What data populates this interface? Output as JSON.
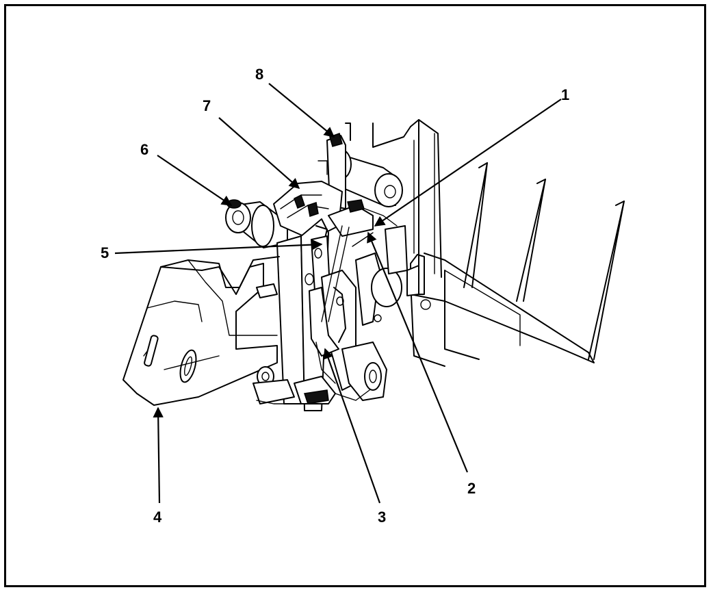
{
  "diagram": {
    "callouts": [
      {
        "id": "1",
        "label": "1"
      },
      {
        "id": "2",
        "label": "2"
      },
      {
        "id": "3",
        "label": "3"
      },
      {
        "id": "4",
        "label": "4"
      },
      {
        "id": "5",
        "label": "5"
      },
      {
        "id": "6",
        "label": "6"
      },
      {
        "id": "7",
        "label": "7"
      },
      {
        "id": "8",
        "label": "8"
      }
    ],
    "line_color": "#000000",
    "background": "#ffffff"
  }
}
